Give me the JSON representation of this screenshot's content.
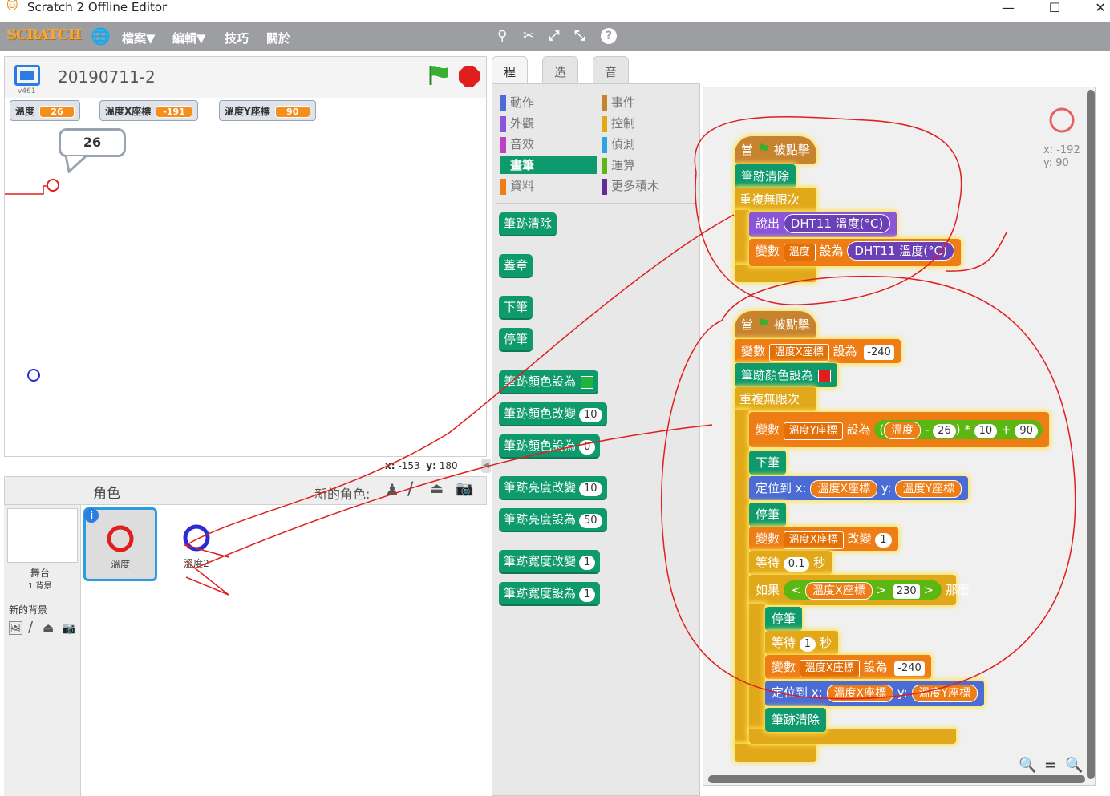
{
  "window": {
    "title": "Scratch 2 Offline Editor",
    "min_icon": "minimize-icon",
    "max_icon": "maximize-icon",
    "close_icon": "close-icon"
  },
  "menubar": {
    "logo": "SCRATCH",
    "items": [
      "檔案▼",
      "編輯▼",
      "技巧",
      "關於"
    ],
    "tools": [
      "duplicate-icon",
      "delete-icon",
      "grow-icon",
      "shrink-icon",
      "help-icon"
    ]
  },
  "stage": {
    "project_name": "20190711-2",
    "version": "v461",
    "monitors": [
      {
        "label": "溫度",
        "value": "26"
      },
      {
        "label": "溫度X座標",
        "value": "-191"
      },
      {
        "label": "溫度Y座標",
        "value": "90"
      }
    ],
    "speech": "26",
    "coords": {
      "x_label": "x:",
      "x": "-153",
      "y_label": "y:",
      "y": "180"
    }
  },
  "sprites": {
    "header": "角色",
    "new_sprite": "新的角色:",
    "stage_thumb": {
      "label": "舞台",
      "sub": "1 背景"
    },
    "new_backdrop": "新的背景",
    "list": [
      {
        "name": "溫度",
        "selected": true
      },
      {
        "name": "溫度2",
        "selected": false
      }
    ]
  },
  "tabs": [
    "程式",
    "造型",
    "音效"
  ],
  "categories": {
    "left": [
      {
        "name": "動作",
        "color": "#4a6cd4"
      },
      {
        "name": "外觀",
        "color": "#8a55d7"
      },
      {
        "name": "音效",
        "color": "#bb42c3"
      },
      {
        "name": "畫筆",
        "color": "#0e9a6c",
        "active": true
      },
      {
        "name": "資料",
        "color": "#ee7d16"
      }
    ],
    "right": [
      {
        "name": "事件",
        "color": "#c88330"
      },
      {
        "name": "控制",
        "color": "#e1a91a"
      },
      {
        "name": "偵測",
        "color": "#2ca5e2"
      },
      {
        "name": "運算",
        "color": "#5cb712"
      },
      {
        "name": "更多積木",
        "color": "#632d99"
      }
    ]
  },
  "palette_blocks": [
    {
      "text": "筆跡清除"
    },
    {
      "text": "蓋章"
    },
    {
      "text": "下筆"
    },
    {
      "text": "停筆"
    },
    {
      "text": "筆跡顏色設為",
      "swatch": "#21b33a"
    },
    {
      "text": "筆跡顏色改變",
      "num": "10"
    },
    {
      "text": "筆跡顏色設為",
      "num": "0"
    },
    {
      "text": "筆跡亮度改變",
      "num": "10"
    },
    {
      "text": "筆跡亮度設為",
      "num": "50"
    },
    {
      "text": "筆跡寬度改變",
      "num": "1"
    },
    {
      "text": "筆跡寬度設為",
      "num": "1"
    }
  ],
  "script": {
    "s1": {
      "hat": [
        "當",
        "被點擊"
      ],
      "clear": "筆跡清除",
      "forever": "重複無限次",
      "say": "說出",
      "dht": "DHT11 溫度(°C)",
      "set": "變數",
      "set_var": "溫度",
      "set_to": "設為",
      "dht2": "DHT11 溫度(°C)"
    },
    "s2": {
      "hat": [
        "當",
        "被點擊"
      ],
      "set1": [
        "變數",
        "溫度X座標",
        "設為",
        "-240"
      ],
      "color": "筆跡顏色設為",
      "forever": "重複無限次",
      "sety": [
        "變數",
        "溫度Y座標",
        "設為",
        "溫度",
        "-",
        "26",
        "*",
        "10",
        "+",
        "90"
      ],
      "down": "下筆",
      "goto": [
        "定位到 x:",
        "溫度X座標",
        "y:",
        "溫度Y座標"
      ],
      "up": "停筆",
      "change": [
        "變數",
        "溫度X座標",
        "改變",
        "1"
      ],
      "wait": [
        "等待",
        "0.1",
        "秒"
      ],
      "if": [
        "如果",
        "溫度X座標",
        ">",
        "230",
        "那麼"
      ],
      "up2": "停筆",
      "wait2": [
        "等待",
        "1",
        "秒"
      ],
      "set2": [
        "變數",
        "溫度X座標",
        "設為",
        "-240"
      ],
      "goto2": [
        "定位到",
        "x:",
        "溫度X座標",
        "y:",
        "溫度Y座標"
      ],
      "clear2": "筆跡清除"
    }
  },
  "sprite_pos": {
    "x": "x: -192",
    "y": "y: 90"
  },
  "zoom": [
    "zoom-out-icon",
    "zoom-reset-icon",
    "zoom-in-icon"
  ]
}
